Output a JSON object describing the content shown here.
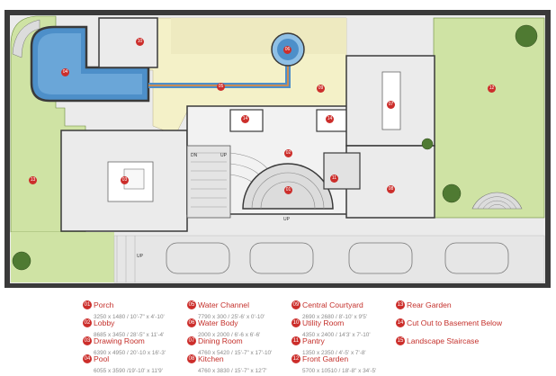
{
  "plan": {
    "room_markers": [
      "01",
      "02",
      "03",
      "04",
      "05",
      "06",
      "07",
      "08",
      "09",
      "10",
      "11",
      "12",
      "13",
      "14",
      "14"
    ],
    "stair_labels": [
      "DN",
      "UP",
      "UP",
      "UP"
    ]
  },
  "legend": [
    {
      "num": "01",
      "label": "Porch",
      "dims": "3250 x 1480 / 10'-7\" x 4'-10'"
    },
    {
      "num": "02",
      "label": "Lobby",
      "dims": "8685 x 3450 / 28'-5\" x 11'-4'"
    },
    {
      "num": "03",
      "label": "Drawing Room",
      "dims": "6390 x 4950 / 20'-10 x 16'-3'"
    },
    {
      "num": "04",
      "label": "Pool",
      "dims": "6055 x 3590 /19'-10' x 11'9'"
    },
    {
      "num": "05",
      "label": "Water Channel",
      "dims": "7790 x 300 / 25'-6' x 0'-10'"
    },
    {
      "num": "06",
      "label": "Water Body",
      "dims": "2000 x 2000 / 6'-6 x 6'-6'"
    },
    {
      "num": "07",
      "label": "Dining Room",
      "dims": "4760 x 5420 / 15'-7\" x 17'-10'"
    },
    {
      "num": "08",
      "label": "Kitchen",
      "dims": "4760 x 3830 / 15'-7\" x 12'7'"
    },
    {
      "num": "09",
      "label": "Central Courtyard",
      "dims": "2690 x 2680 / 8'-10' x 9'5'"
    },
    {
      "num": "10",
      "label": "Utility Room",
      "dims": "4350 x 2400 / 14'3' x 7'-10'"
    },
    {
      "num": "11",
      "label": "Pantry",
      "dims": "1350 x 2350 / 4'-5' x 7'-8'"
    },
    {
      "num": "12",
      "label": "Front Garden",
      "dims": "5700 x 10510 / 18'-8\" x 34'-5'"
    },
    {
      "num": "13",
      "label": "Rear Garden",
      "dims": ""
    },
    {
      "num": "14",
      "label": "Cut Out to Basement Below",
      "dims": ""
    },
    {
      "num": "15",
      "label": "Landscape Staircase",
      "dims": ""
    }
  ],
  "colors": {
    "wall": "#3a3a3a",
    "grass": "#cfe3a4",
    "paving": "#f4f1c8",
    "water": "#4d8fc9",
    "water_light": "#8fc0e6",
    "floor": "#ebebeb",
    "accent": "#cc2e2b",
    "label_red": "#c4302b",
    "dims_gray": "#8a8a8a"
  }
}
